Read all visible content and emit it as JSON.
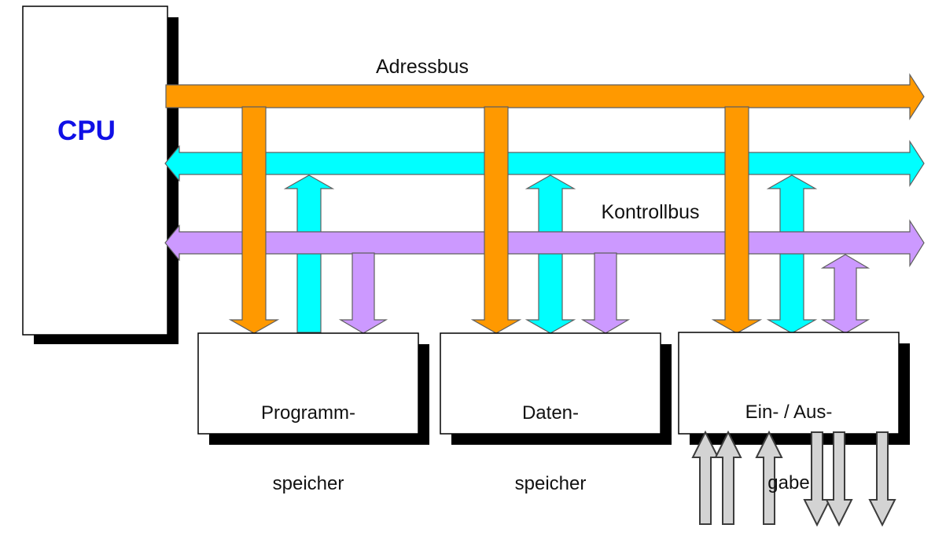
{
  "labels": {
    "cpu": "CPU",
    "adressbus": "Adressbus",
    "kontrollbus": "Kontrollbus"
  },
  "blocks": [
    {
      "line1": "Programm-",
      "line2": "speicher"
    },
    {
      "line1": "Daten-",
      "line2": "speicher"
    },
    {
      "line1": "Ein- / Aus-",
      "line2": "gabe"
    }
  ],
  "colors": {
    "adressbus": "#FF9900",
    "datenbus": "#00FFFF",
    "kontrollbus": "#CC99FF",
    "io_arrow": "#D3D3D3",
    "shadow": "#000000",
    "box_fill": "#FFFFFF",
    "cpu_text": "#1010E6",
    "label_text": "#111111",
    "outline": "#5F5F5F"
  }
}
